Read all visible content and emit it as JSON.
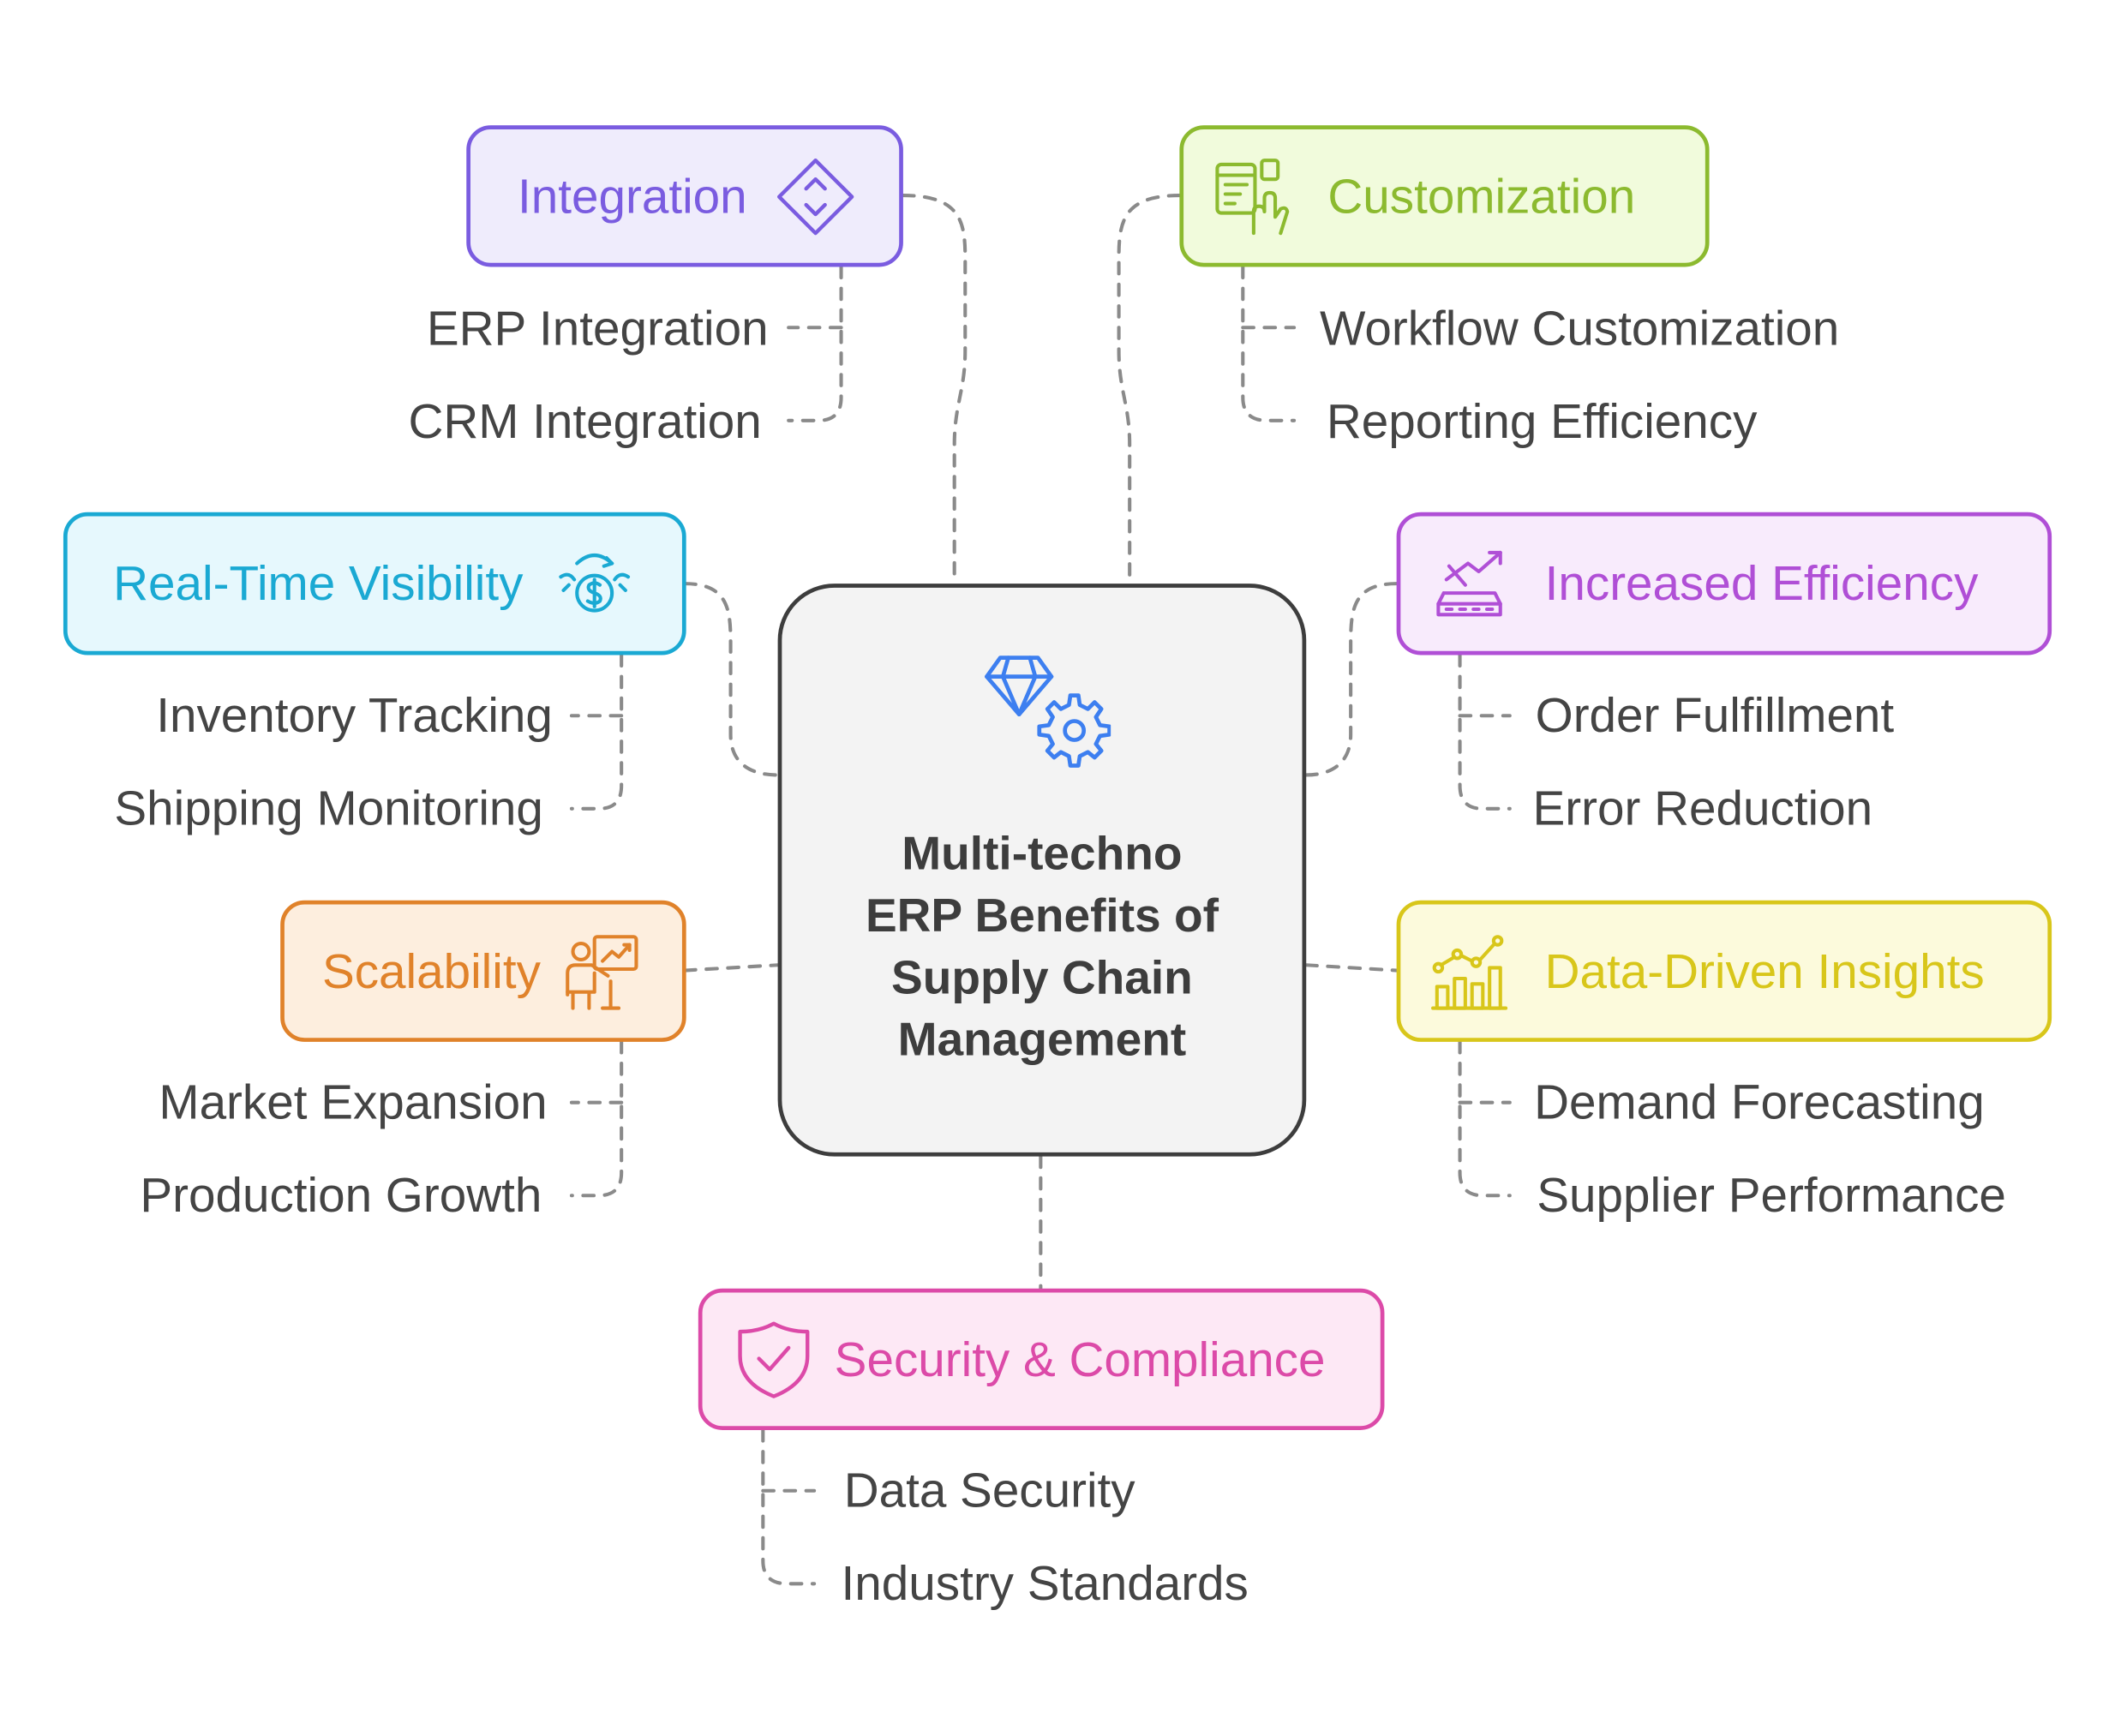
{
  "center": {
    "title": "Multi-techno\nERP Benefits of\nSupply Chain\nManagement",
    "icon": "diamond-gear-icon",
    "color": "#3d3d3d"
  },
  "branches": {
    "integration": {
      "label": "Integration",
      "icon": "diamond-arrows-icon",
      "color": "#7a5ce0",
      "fill": "#efecfc",
      "items": [
        "ERP Integration",
        "CRM Integration"
      ]
    },
    "customization": {
      "label": "Customization",
      "icon": "window-hand-icon",
      "color": "#8cba2f",
      "fill": "#f1fbdc",
      "items": [
        "Workflow Customization",
        "Reporting Efficiency"
      ]
    },
    "realtime": {
      "label": "Real-Time Visibility",
      "icon": "money-cycle-icon",
      "color": "#1aa9d3",
      "fill": "#e6f8fd",
      "items": [
        "Inventory Tracking",
        "Shipping Monitoring"
      ]
    },
    "efficiency": {
      "label": "Increased Efficiency",
      "icon": "conveyor-icon",
      "color": "#b04fd6",
      "fill": "#f8ebfc",
      "items": [
        "Order Fulfillment",
        "Error Reduction"
      ]
    },
    "scalability": {
      "label": "Scalability",
      "icon": "presenter-chart-icon",
      "color": "#e0822a",
      "fill": "#fdeede",
      "items": [
        "Market Expansion",
        "Production Growth"
      ]
    },
    "insights": {
      "label": "Data-Driven Insights",
      "icon": "growth-chart-icon",
      "color": "#d8c61a",
      "fill": "#fcfadc",
      "items": [
        "Demand Forecasting",
        "Supplier Performance"
      ]
    },
    "security": {
      "label": "Security & Compliance",
      "icon": "shield-check-icon",
      "color": "#dc4aa8",
      "fill": "#fde8f5",
      "items": [
        "Data Security",
        "Industry Standards"
      ]
    }
  }
}
